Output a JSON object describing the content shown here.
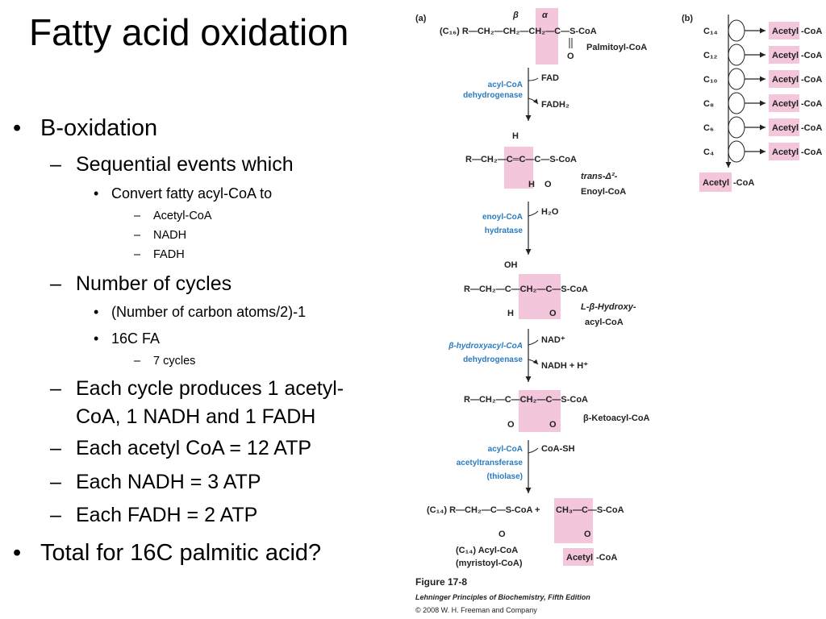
{
  "slide": {
    "title": "Fatty acid oxidation",
    "bullets": [
      {
        "level": 1,
        "marker": "•",
        "text": "B-oxidation"
      },
      {
        "level": 2,
        "marker": "–",
        "text": "Sequential events which"
      },
      {
        "level": 3,
        "marker": "•",
        "text": "Convert fatty acyl-CoA to"
      },
      {
        "level": 4,
        "marker": "–",
        "text": "Acetyl-CoA"
      },
      {
        "level": 4,
        "marker": "–",
        "text": "NADH"
      },
      {
        "level": 4,
        "marker": "–",
        "text": "FADH"
      },
      {
        "level": 2,
        "marker": "–",
        "text": "Number of cycles"
      },
      {
        "level": 3,
        "marker": "•",
        "text": "(Number of carbon atoms/2)-1"
      },
      {
        "level": 3,
        "marker": "•",
        "text": "16C FA"
      },
      {
        "level": 4,
        "marker": "–",
        "text": "7 cycles"
      },
      {
        "level": 2,
        "marker": "–",
        "text": "Each cycle produces 1 acetyl-"
      },
      {
        "level": 2,
        "marker": "",
        "text": "CoA, 1 NADH and 1 FADH"
      },
      {
        "level": 2,
        "marker": "–",
        "text": "Each acetyl CoA = 12 ATP"
      },
      {
        "level": 2,
        "marker": "–",
        "text": "Each NADH = 3 ATP"
      },
      {
        "level": 2,
        "marker": "–",
        "text": "Each FADH = 2 ATP"
      },
      {
        "level": 1,
        "marker": "•",
        "text": "Total for 16C palmitic acid?"
      }
    ]
  },
  "figure": {
    "panel_a_label": "(a)",
    "panel_b_label": "(b)",
    "beta": "β",
    "alpha": "α",
    "palmitoyl_chain": "(C₁₆) R—CH₂—CH₂—CH₂—C—S-CoA",
    "palmitoyl_name": "Palmitoyl-CoA",
    "enz1": [
      "acyl-CoA",
      "dehydrogenase"
    ],
    "fad": "FAD",
    "fadh2": "FADH₂",
    "enoyl_chain": "R—CH₂—C═C—C—S-CoA",
    "h_top": "H",
    "h_bottom": "H",
    "enoyl_name": [
      "trans-Δ²-",
      "Enoyl-CoA"
    ],
    "enz2": [
      "enoyl-CoA",
      "hydratase"
    ],
    "h2o": "H₂O",
    "oh": "OH",
    "hydroxy_chain": "R—CH₂—C—CH₂—C—S-CoA",
    "hydroxy_name": [
      "L-β-Hydroxy-",
      "acyl-CoA"
    ],
    "enz3": [
      "β-hydroxyacyl-CoA",
      "dehydrogenase"
    ],
    "nad": "NAD⁺",
    "nadh": "NADH + H⁺",
    "keto_chain": "R—CH₂—C—CH₂—C—S-CoA",
    "keto_name": "β-Ketoacyl-CoA",
    "enz4": [
      "acyl-CoA",
      "acetyltransferase",
      "(thiolase)"
    ],
    "coash": "CoA-SH",
    "product_chain": "(C₁₄) R—CH₂—C—S-CoA +",
    "acetyl_chain": "CH₃—C—S-CoA",
    "o": "O",
    "acylcoa_name": [
      "(C₁₄) Acyl-CoA",
      "(myristoyl-CoA)"
    ],
    "acetyl_label": "Acetyl",
    "acetyl_suffix": "-CoA",
    "caption_title": "Figure 17-8",
    "caption_book": "Lehninger Principles of Biochemistry, Fifth Edition",
    "caption_copy": "© 2008 W. H. Freeman and Company",
    "panel_b_rows": [
      {
        "carbon": "C₁₄",
        "product": "Acetyl",
        "suffix": "-CoA"
      },
      {
        "carbon": "C₁₂",
        "product": "Acetyl",
        "suffix": "-CoA"
      },
      {
        "carbon": "C₁₀",
        "product": "Acetyl",
        "suffix": "-CoA"
      },
      {
        "carbon": "C₈",
        "product": "Acetyl",
        "suffix": "-CoA"
      },
      {
        "carbon": "C₆",
        "product": "Acetyl",
        "suffix": "-CoA"
      },
      {
        "carbon": "C₄",
        "product": "Acetyl",
        "suffix": "-CoA"
      }
    ],
    "panel_b_final": {
      "product": "Acetyl",
      "suffix": "-CoA"
    },
    "colors": {
      "highlight": "#f4c6dc",
      "enzyme": "#2a7bbf",
      "ink": "#222222"
    }
  }
}
